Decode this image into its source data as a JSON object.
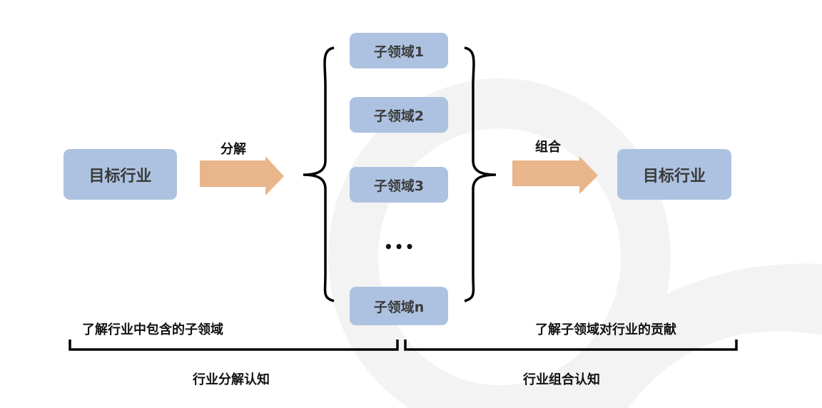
{
  "source_box": {
    "label": "目标行业"
  },
  "target_box": {
    "label": "目标行业"
  },
  "decompose_label": "分解",
  "combine_label": "组合",
  "sub_domains": [
    "子领域1",
    "子领域2",
    "子领域3",
    "子领域n"
  ],
  "ellipsis": "•••",
  "left_caption": "了解行业中包含的子领域",
  "right_caption": "了解子领域对行业的贡献",
  "left_bottom_label": "行业分解认知",
  "right_bottom_label": "行业组合认知",
  "colors": {
    "box": "#adc2e0",
    "arrow": "#e9b58a",
    "text": "#3a3a3a",
    "watermark": "#f3f3f3"
  }
}
